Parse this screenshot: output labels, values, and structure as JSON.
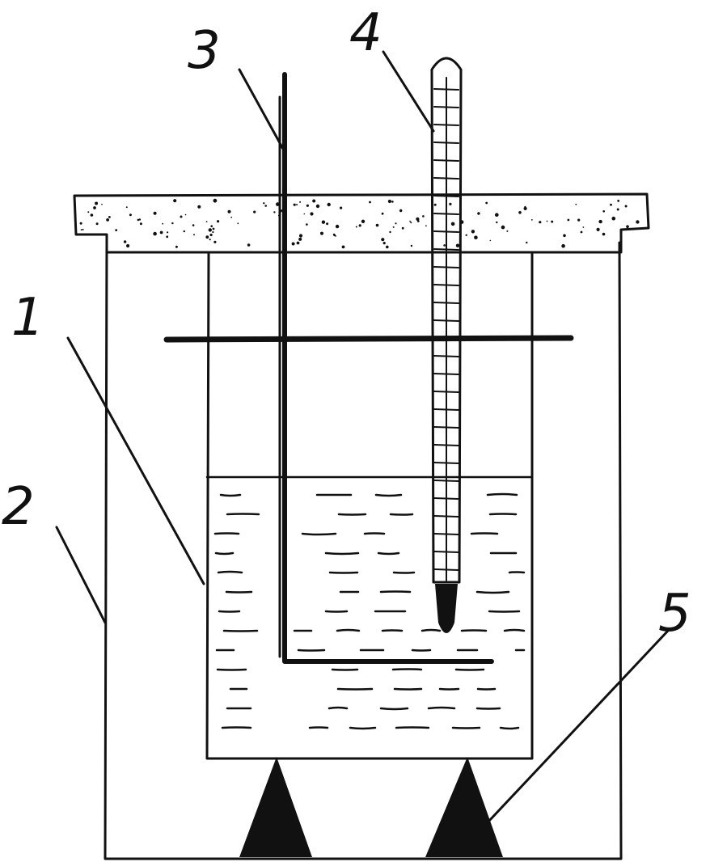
{
  "labels": {
    "inner_vessel": "1",
    "outer_vessel": "2",
    "stirrer": "3",
    "thermometer": "4",
    "support": "5"
  },
  "colors": {
    "ink": "#111111",
    "paper": "#ffffff"
  }
}
